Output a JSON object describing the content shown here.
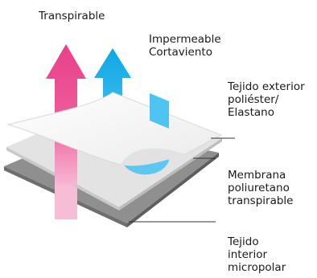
{
  "labels": {
    "transpirable": "Transpirable",
    "impermeable": [
      "Impermeable",
      "Cortaviento"
    ],
    "tejido_exterior": [
      "Tejido exterior",
      "poliéster/",
      "Elastano"
    ],
    "membrana": [
      "Membrana",
      "poliuretano",
      "transpirable"
    ],
    "tejido_interior": [
      "Tejido",
      "interior",
      "micropolar"
    ]
  },
  "colors": {
    "pink_arrow": "#e8408a",
    "blue_arrow": "#12a9e6",
    "outer_fabric": "#f2f2f2",
    "membrane": "#e3e3e3",
    "inner_fabric": "#8f8f8f",
    "text": "#1a1a1a"
  }
}
